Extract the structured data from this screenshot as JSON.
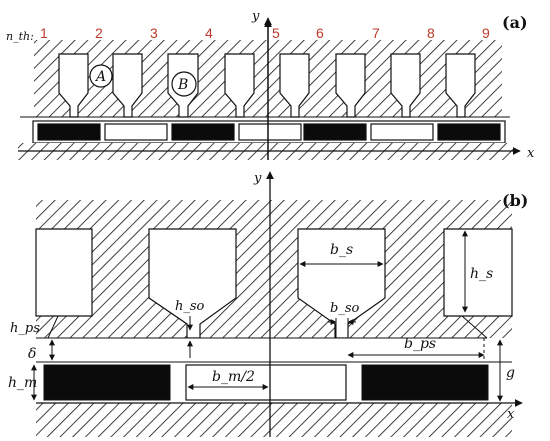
{
  "figure": {
    "panel_a": {
      "tag": "(a)",
      "nth_label": "n_th:",
      "teeth_numbers": [
        "1",
        "2",
        "3",
        "4",
        "5",
        "6",
        "7",
        "8",
        "9"
      ],
      "circle_labels": [
        "A",
        "B"
      ],
      "axis_y": "y",
      "axis_x": "x"
    },
    "panel_b": {
      "tag": "(b)",
      "axis_y": "y",
      "axis_x": "x",
      "labels": {
        "bs": "b_s",
        "hs": "h_s",
        "hso": "h_so",
        "bso": "b_so",
        "hps": "h_ps",
        "bps": "b_ps",
        "delta": "δ",
        "hm": "h_m",
        "bm2": "b_m/2",
        "g": "g"
      }
    }
  }
}
